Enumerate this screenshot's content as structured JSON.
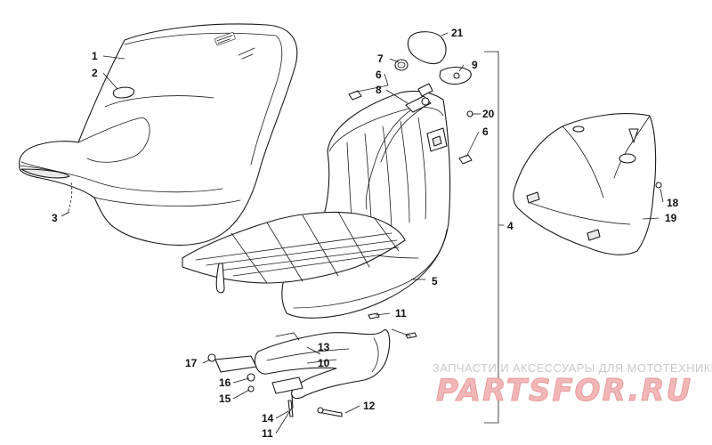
{
  "callouts": {
    "c1": "1",
    "c2": "2",
    "c3": "3",
    "c4": "4",
    "c5": "5",
    "c6a": "6",
    "c6b": "6",
    "c7": "7",
    "c8": "8",
    "c9": "9",
    "c10": "10",
    "c11a": "11",
    "c11b": "11",
    "c12": "12",
    "c13": "13",
    "c14": "14",
    "c15": "15",
    "c16": "16",
    "c17": "17",
    "c18": "18",
    "c19": "19",
    "c20": "20",
    "c21": "21"
  },
  "watermark": {
    "tagline": "ЗАПЧАСТИ И АКСЕССУАРЫ ДЛЯ МОТОТЕХНИКИ",
    "brand": "PARTSFOR.RU"
  }
}
